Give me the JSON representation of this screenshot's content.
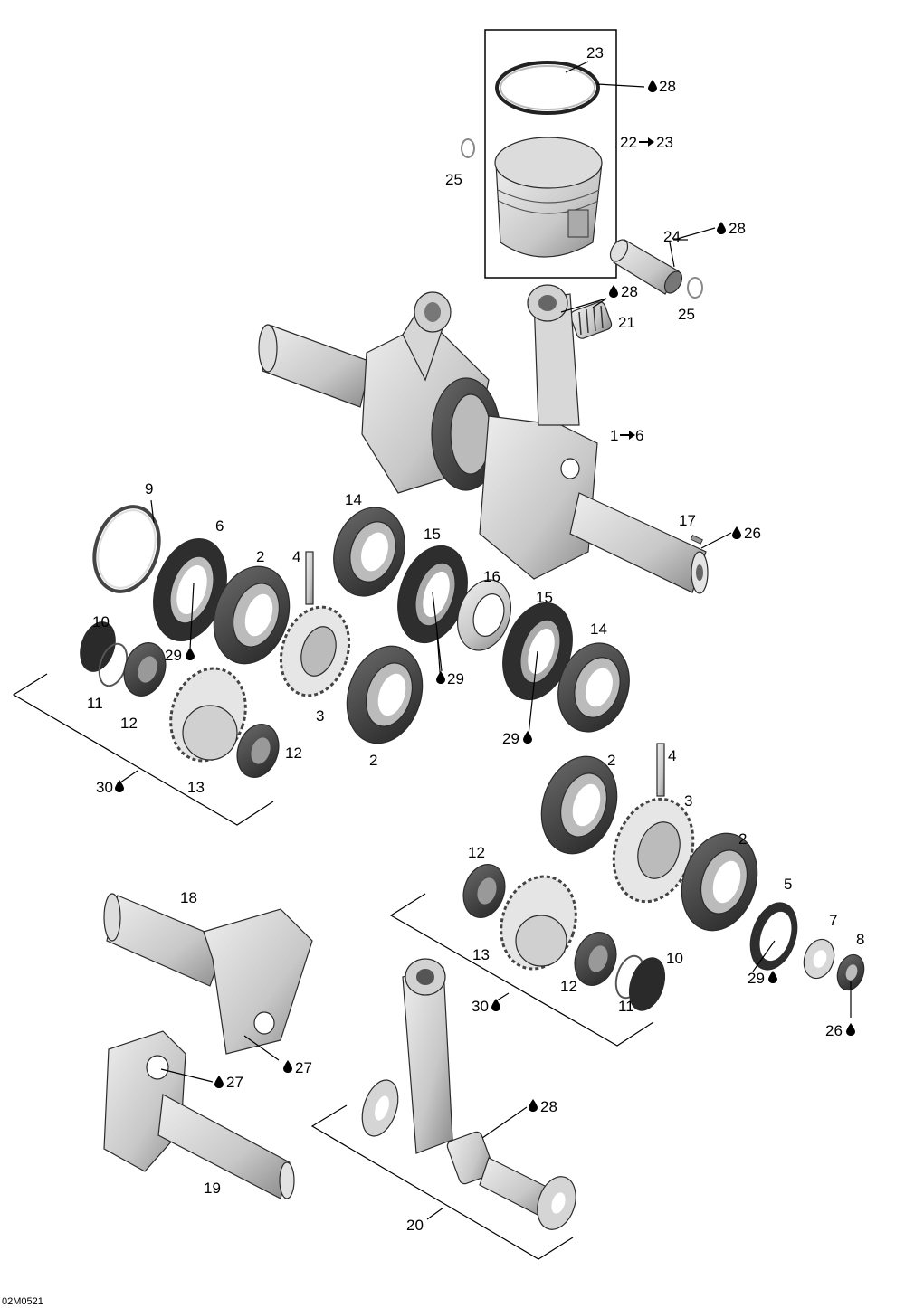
{
  "drawing_code": "02M0521",
  "callouts": {
    "c23_top": "23",
    "c28_ring": "28",
    "c22_23": "22",
    "c22_23b": "23",
    "c25_a": "25",
    "c24": "24",
    "c28_pin": "28",
    "c25_b": "25",
    "c28_bearing": "28",
    "c21": "21",
    "c1_6": "1",
    "c1_6b": "6",
    "c9": "9",
    "c6": "6",
    "c14_a": "14",
    "c4_a": "4",
    "c2_a": "2",
    "c15_a": "15",
    "c16": "16",
    "c17": "17",
    "c26_a": "26",
    "c15_b": "15",
    "c14_b": "14",
    "c10_a": "10",
    "c29_a": "29",
    "c29_b": "29",
    "c11_a": "11",
    "c12_a": "12",
    "c3_a": "3",
    "c29_c": "29",
    "c12_b": "12",
    "c2_b": "2",
    "c30_a": "30",
    "c13_a": "13",
    "c2_c": "2",
    "c4_b": "4",
    "c3_b": "3",
    "c2_d": "2",
    "c12_c": "12",
    "c5": "5",
    "c7": "7",
    "c8": "8",
    "c18": "18",
    "c13_b": "13",
    "c10_b": "10",
    "c29_d": "29",
    "c12_d": "12",
    "c11_b": "11",
    "c30_b": "30",
    "c26_b": "26",
    "c27_a": "27",
    "c27_b": "27",
    "c28_conrod": "28",
    "c19": "19",
    "c20": "20"
  },
  "icons": [
    "oil-drop-icon",
    "arrow-right-icon"
  ],
  "colors": {
    "part_fill": "#cfcfcf",
    "part_dark": "#3c3c3c",
    "line": "#000000"
  }
}
